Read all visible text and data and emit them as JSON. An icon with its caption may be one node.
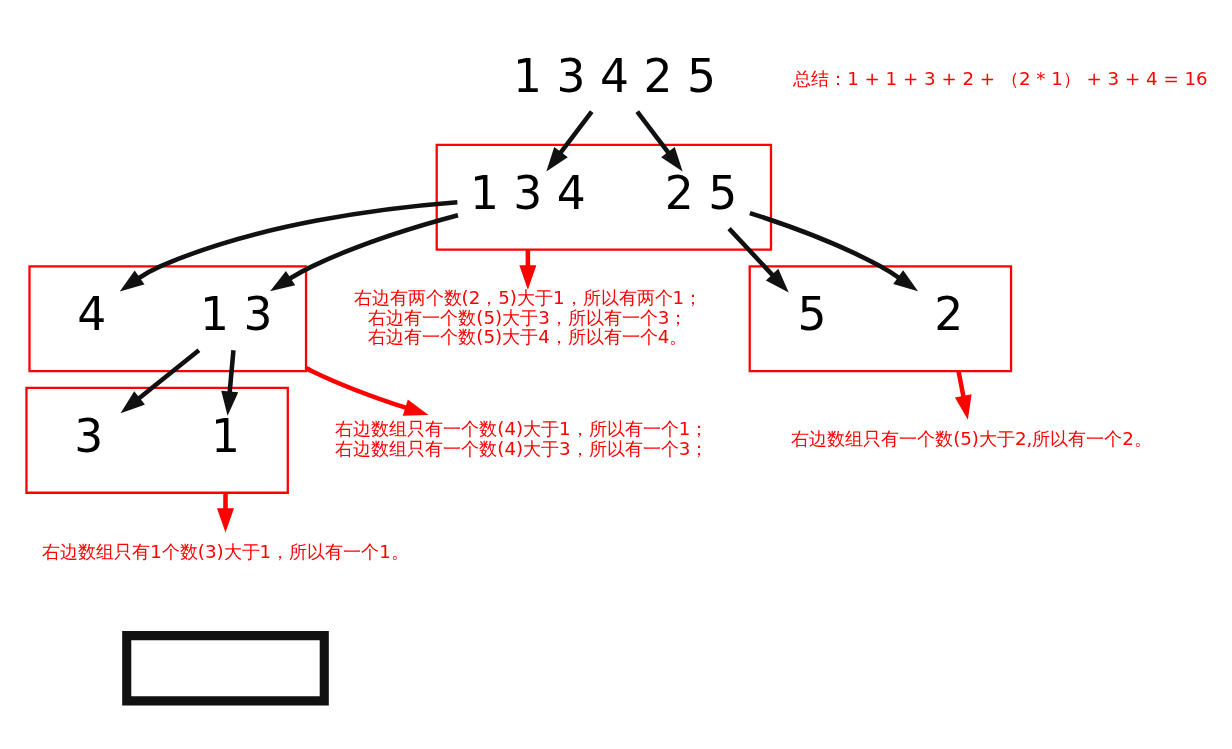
{
  "diagram": {
    "nodes": [
      {
        "text": [
          "1 3 4 2 5"
        ]
      },
      {
        "text": [],
        "shape": "box"
      },
      {
        "text": [
          "1 3 4"
        ],
        "in": 1
      },
      {
        "text": [
          "2 5"
        ],
        "in": 1
      },
      {
        "text": [],
        "shape": "box"
      },
      {
        "text": [
          "1 3"
        ],
        "in": 4
      },
      {
        "text": [
          "4"
        ],
        "in": 4
      },
      {
        "text": [],
        "shape": "box"
      },
      {
        "text": [
          "2"
        ],
        "in": 7
      },
      {
        "text": [
          "5"
        ],
        "in": 7
      },
      {
        "text": [],
        "shape": "box"
      },
      {
        "text": [
          "1"
        ],
        "in": 10
      },
      {
        "text": [
          "3"
        ],
        "in": 10
      },
      {
        "text": [],
        "shape": "box"
      },
      {
        "text": [
          "右边有两个数(2，5)大于1，所以有两个1；",
          "右边有一个数(5)大于3，所以有一个3；",
          "右边有一个数(5)大于4，所以有一个4。"
        ]
      },
      {
        "text": [
          "右边数组只有一个数(5)大于2,所以有一个2。"
        ]
      },
      {
        "text": [
          "右边数组只有一个数(4)大于1，所以有一个1；",
          "右边数组只有一个数(4)大于3，所以有一个3；"
        ]
      },
      {
        "text": [
          "右边数组只有1个数(3)大于1，所以有一个1。"
        ]
      }
    ],
    "edges": [
      {
        "from": 0,
        "to": 2,
        "arrow": "to"
      },
      {
        "from": 0,
        "to": 3,
        "arrow": "to"
      },
      {
        "from": 2,
        "to": 5,
        "arrow": "to"
      },
      {
        "from": 2,
        "to": 6,
        "arrow": "to"
      },
      {
        "from": 3,
        "to": 8,
        "arrow": "to"
      },
      {
        "from": 3,
        "to": 9,
        "arrow": "to"
      },
      {
        "from": 5,
        "to": 11,
        "arrow": "to"
      },
      {
        "from": 5,
        "to": 12,
        "arrow": "to"
      },
      {
        "from": 1,
        "to": 14,
        "arrow": "to",
        "color": "#ff0000"
      },
      {
        "from": 7,
        "to": 15,
        "arrow": "to",
        "color": "#ff0000"
      },
      {
        "from": 4,
        "to": 16,
        "arrow": "to",
        "color": "#ff0000"
      },
      {
        "from": 10,
        "to": 17,
        "arrow": "to",
        "color": "#ff0000"
      }
    ],
    "labels": [
      "总结：1 + 1 + 3 + 2 + （2 * 1） + 3 + 4 = 16"
    ]
  }
}
